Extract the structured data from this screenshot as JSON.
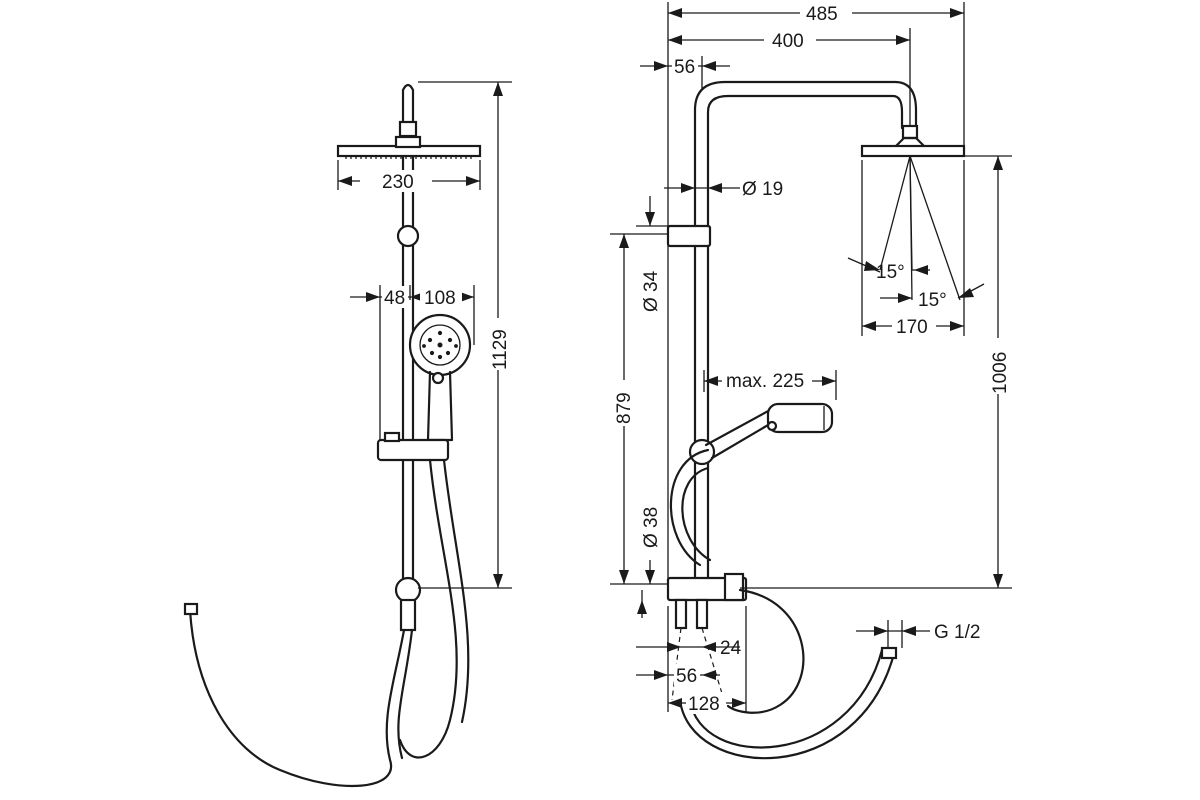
{
  "front_view": {
    "dim_head_width": "230",
    "dim_head_offset": "48",
    "dim_handshower_width": "108",
    "dim_total_height": "1129"
  },
  "side_view": {
    "dim_total_projection": "485",
    "dim_arm_projection": "400",
    "dim_wall_offset": "56",
    "dim_pipe_diameter": "Ø 19",
    "dim_upper_pipe_diameter": "Ø 34",
    "dim_lower_pipe_diameter": "Ø 38",
    "dim_slider_height": "879",
    "dim_head_to_outlet": "1006",
    "dim_max_reach": "max. 225",
    "dim_head_diameter": "170",
    "dim_spray_angle_a": "15°",
    "dim_spray_angle_b": "15°",
    "dim_connector_24": "24",
    "dim_connector_56": "56",
    "dim_connector_128": "128",
    "dim_thread": "G 1/2"
  }
}
